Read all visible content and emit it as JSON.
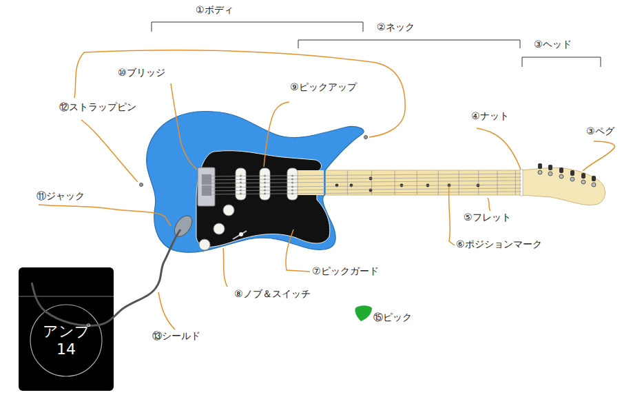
{
  "diagram": {
    "nodes": [
      {
        "text": [
          "アンプ 14"
        ]
      }
    ],
    "labels": [
      "①ボディ",
      "②ネック",
      "③ヘッド",
      "④ナット",
      "③ペグ",
      "⑤フレット",
      "⑥ポジションマーク",
      "⑦ピックガード",
      "⑧ノブ＆スイッチ",
      "⑨ピックアップ",
      "⑩ブリッジ",
      "⑪ジャック",
      "⑫ストラップピン",
      "⑬シールド",
      "⑮ピック"
    ]
  }
}
